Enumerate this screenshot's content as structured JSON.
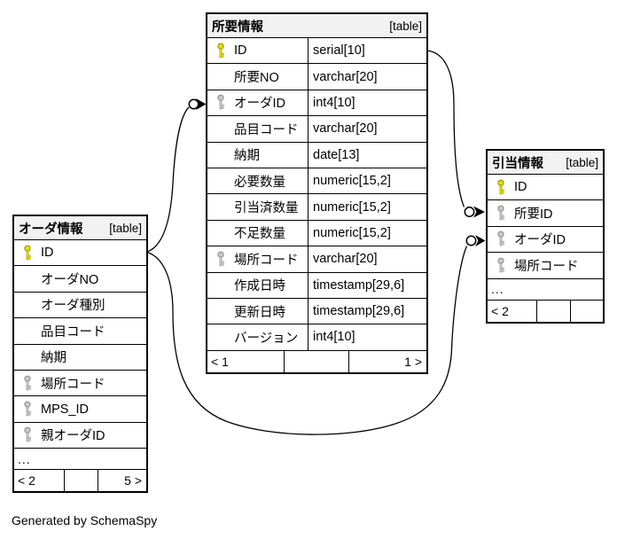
{
  "app": {
    "generated_by": "Generated by SchemaSpy"
  },
  "colors": {
    "primary_key": "#e8e000",
    "primary_key_outline": "#8f8a00",
    "foreign_key": "#c9c9c9",
    "foreign_key_outline": "#8a8a8a",
    "header_bg": "#f2f2f2",
    "line": "#000000"
  },
  "tables": [
    {
      "title": "オーダ情報",
      "tag": "[table]",
      "has_types": false,
      "rows": [
        {
          "name": "ID",
          "key": "primary"
        },
        {
          "name": "オーダNO"
        },
        {
          "name": "オーダ種別"
        },
        {
          "name": "品目コード"
        },
        {
          "name": "納期"
        },
        {
          "name": "場所コード",
          "key": "foreign"
        },
        {
          "name": "MPS_ID",
          "key": "foreign"
        },
        {
          "name": "親オーダID",
          "key": "foreign"
        },
        {
          "name": "...",
          "ellipsis": true
        }
      ],
      "footer": {
        "left": "< 2",
        "middle": "",
        "right": "5 >"
      }
    },
    {
      "title": "所要情報",
      "tag": "[table]",
      "has_types": true,
      "rows": [
        {
          "name": "ID",
          "type": "serial[10]",
          "key": "primary"
        },
        {
          "name": "所要NO",
          "type": "varchar[20]"
        },
        {
          "name": "オーダID",
          "type": "int4[10]",
          "key": "foreign"
        },
        {
          "name": "品目コード",
          "type": "varchar[20]"
        },
        {
          "name": "納期",
          "type": "date[13]"
        },
        {
          "name": "必要数量",
          "type": "numeric[15,2]"
        },
        {
          "name": "引当済数量",
          "type": "numeric[15,2]"
        },
        {
          "name": "不足数量",
          "type": "numeric[15,2]"
        },
        {
          "name": "場所コード",
          "type": "varchar[20]",
          "key": "foreign"
        },
        {
          "name": "作成日時",
          "type": "timestamp[29,6]"
        },
        {
          "name": "更新日時",
          "type": "timestamp[29,6]"
        },
        {
          "name": "バージョン",
          "type": "int4[10]"
        }
      ],
      "footer": {
        "left": "< 1",
        "middle": "",
        "right": "1 >"
      }
    },
    {
      "title": "引当情報",
      "tag": "[table]",
      "has_types": false,
      "rows": [
        {
          "name": "ID",
          "key": "primary"
        },
        {
          "name": "所要ID",
          "key": "foreign"
        },
        {
          "name": "オーダID",
          "key": "foreign"
        },
        {
          "name": "場所コード",
          "key": "foreign"
        },
        {
          "name": "...",
          "ellipsis": true
        }
      ],
      "footer": {
        "left": "< 2",
        "middle": "",
        "right": ""
      }
    }
  ],
  "relationships": [
    {
      "from_table": "オーダ情報",
      "from_column": "ID",
      "to_table": "所要情報",
      "to_column": "オーダID"
    },
    {
      "from_table": "所要情報",
      "from_column": "ID",
      "to_table": "引当情報",
      "to_column": "所要ID"
    },
    {
      "from_table": "オーダ情報",
      "from_column": "ID",
      "to_table": "引当情報",
      "to_column": "オーダID"
    }
  ]
}
